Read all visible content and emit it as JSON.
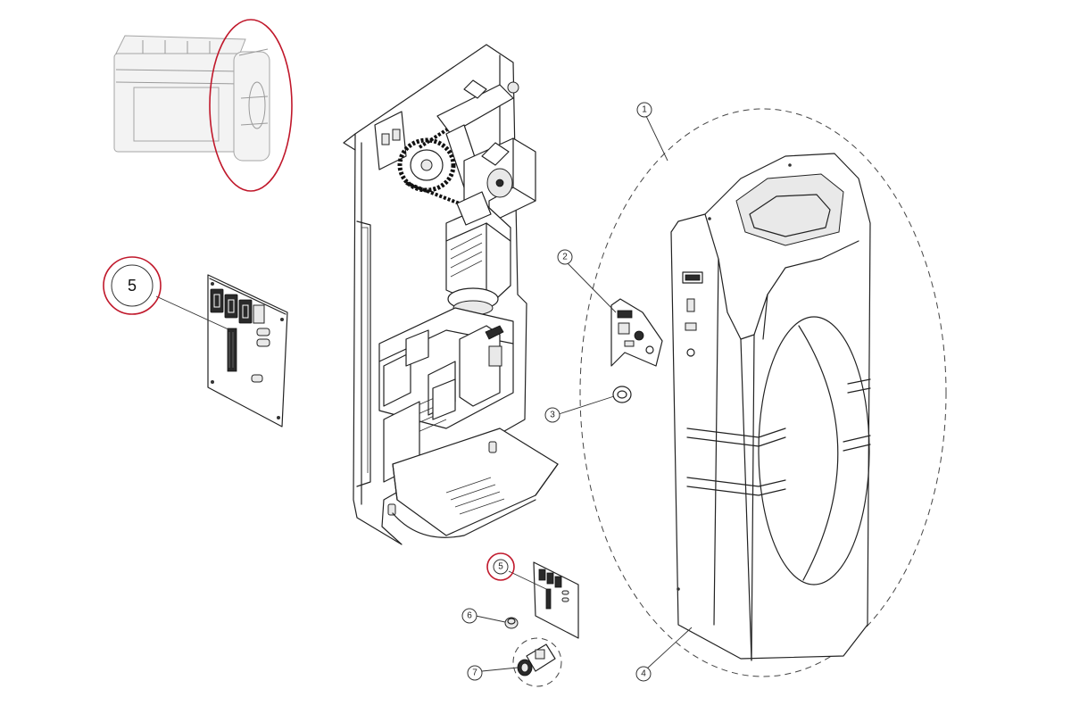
{
  "callouts": {
    "c1": "1",
    "c2": "2",
    "c3": "3",
    "c4": "4",
    "c5_large": "5",
    "c5_small": "5",
    "c6": "6",
    "c7": "7"
  },
  "colors": {
    "highlight": "#c0182b",
    "line": "#222222",
    "background": "#ffffff"
  }
}
